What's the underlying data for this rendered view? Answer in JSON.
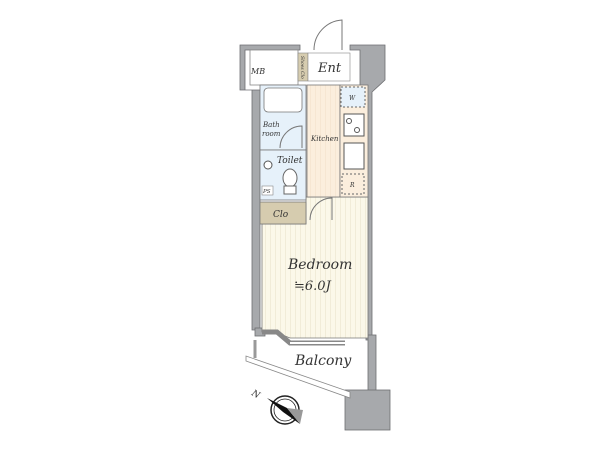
{
  "plan": {
    "rooms": {
      "entrance": "Ent",
      "meter_box": "MB",
      "shoe_closet": "Shoes Clo",
      "washer": "W",
      "bathroom_line1": "Bath",
      "bathroom_line2": "room",
      "kitchen": "Kitchen",
      "toilet": "Toilet",
      "pipe_space": "PS",
      "refrigerator": "R",
      "closet": "Clo",
      "bedroom": "Bedroom",
      "bedroom_size": "≒6.0J",
      "balcony": "Balcony"
    },
    "compass": "N",
    "colors": {
      "wall": "#a7a9ac",
      "floor_wood": "#fbf8e9",
      "kitchen_floor": "#fbeedd",
      "wet_area": "#e6f1fa",
      "closet": "#d6ccaf"
    }
  }
}
